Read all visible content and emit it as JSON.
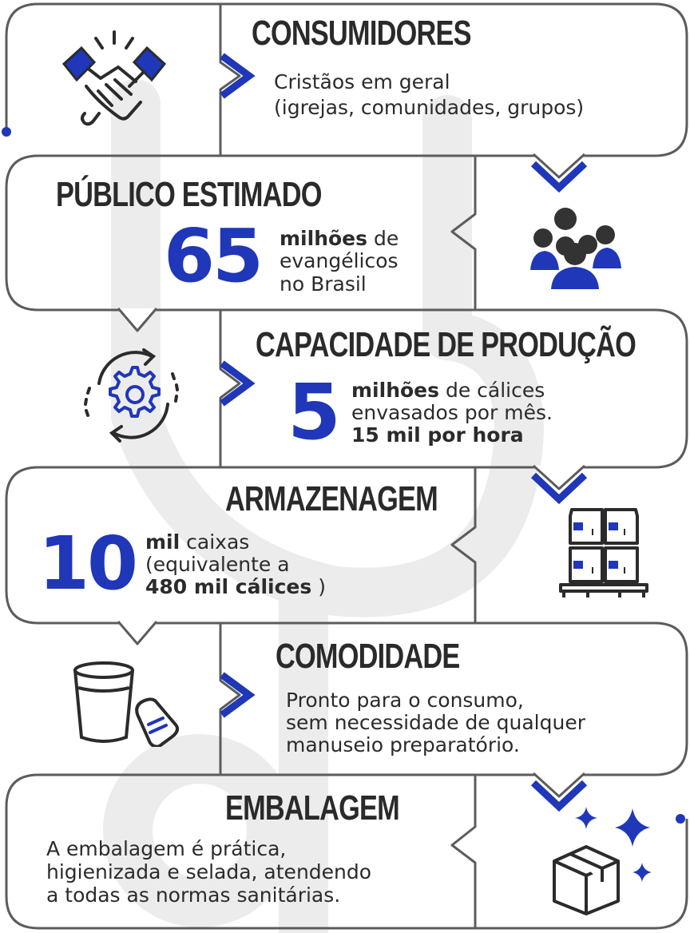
{
  "colors": {
    "accent": "#1f37b8",
    "frame": "#5c5c5c",
    "text": "#2b2b2b",
    "watermark": "#ececec"
  },
  "sections": [
    {
      "id": "consumidores",
      "title": "CONSUMIDORES",
      "line1": "Cristãos em geral",
      "line2": "(igrejas, comunidades, grupos)",
      "icon": "handshake-icon"
    },
    {
      "id": "publico",
      "title": "PÚBLICO ESTIMADO",
      "number": "65",
      "bold": "milhões",
      "line1_rest": " de",
      "line2": "evangélicos",
      "line3": "no Brasil",
      "icon": "people-group-icon"
    },
    {
      "id": "capacidade",
      "title": "CAPACIDADE DE PRODUÇÃO",
      "number": "5",
      "bold": "milhões",
      "line1_rest": " de cálices",
      "line2": "envasados por mês.",
      "line3_bold": "15 mil por hora",
      "icon": "gear-cycle-icon"
    },
    {
      "id": "armazenagem",
      "title": "ARMAZENAGEM",
      "number": "10",
      "bold": "mil",
      "line1_rest": " caixas",
      "line2": "(equivalente a",
      "line3_bold": "480 mil cálices",
      "line3_rest": " )",
      "icon": "pallet-boxes-icon"
    },
    {
      "id": "comodidade",
      "title": "COMODIDADE",
      "line1": "Pronto para o consumo,",
      "line2": "sem necessidade de qualquer",
      "line3": "manuseio preparatório.",
      "icon": "cup-bread-icon"
    },
    {
      "id": "embalagem",
      "title": "EMBALAGEM",
      "line1": "A embalagem é prática,",
      "line2": "higienizada e selada, atendendo",
      "line3": "a todas as normas sanitárias.",
      "icon": "package-sparkle-icon"
    }
  ]
}
